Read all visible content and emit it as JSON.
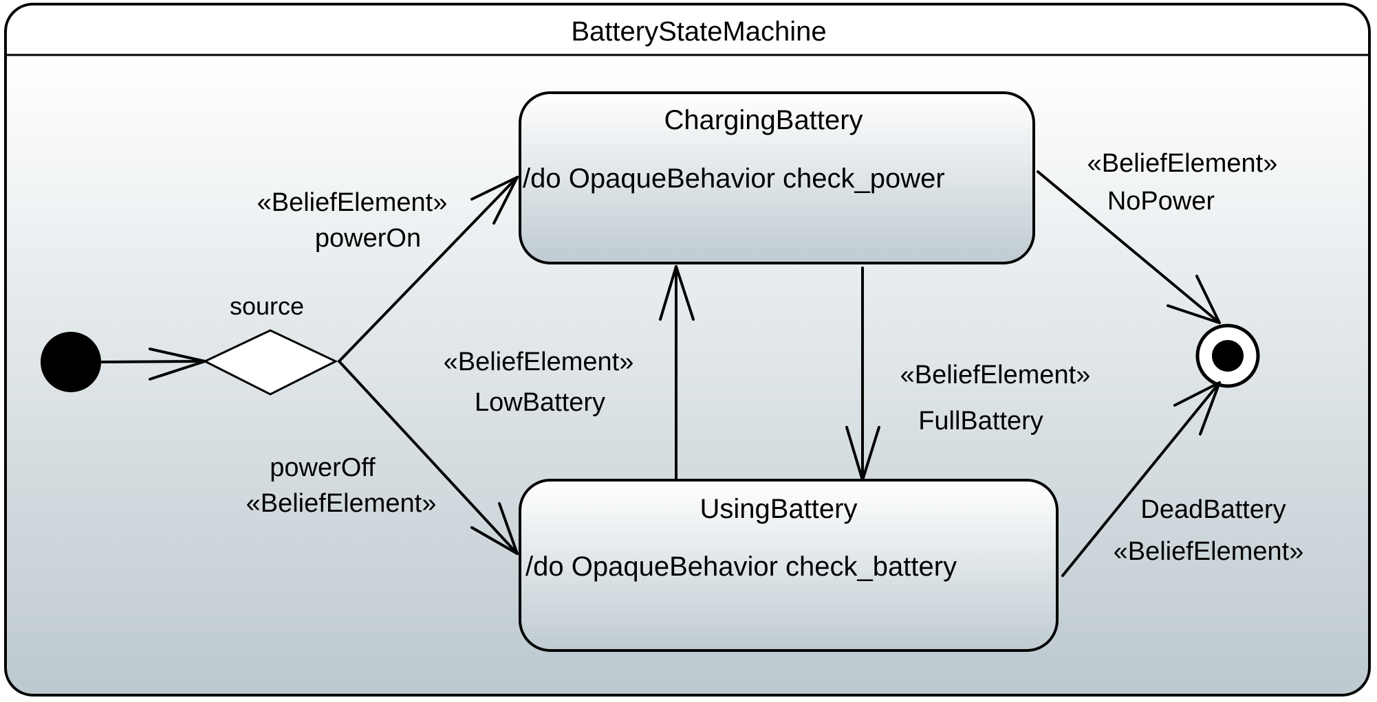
{
  "diagram": {
    "title": "BatteryStateMachine",
    "nodes": {
      "initial": {
        "kind": "initial-pseudostate"
      },
      "source": {
        "kind": "choice-pseudostate",
        "label": "source"
      },
      "charging": {
        "kind": "state",
        "name": "ChargingBattery",
        "behavior": "/do OpaqueBehavior check_power"
      },
      "using": {
        "kind": "state",
        "name": "UsingBattery",
        "behavior": "/do OpaqueBehavior check_battery"
      },
      "final": {
        "kind": "final-state"
      }
    },
    "transitions": {
      "power_on": {
        "from": "source",
        "to": "charging",
        "stereotype": "«BeliefElement»",
        "label": "powerOn"
      },
      "power_off": {
        "from": "source",
        "to": "using",
        "stereotype": "«BeliefElement»",
        "label": "powerOff"
      },
      "low_battery": {
        "from": "using",
        "to": "charging",
        "stereotype": "«BeliefElement»",
        "label": "LowBattery"
      },
      "full_battery": {
        "from": "charging",
        "to": "using",
        "stereotype": "«BeliefElement»",
        "label": "FullBattery"
      },
      "no_power": {
        "from": "charging",
        "to": "final",
        "stereotype": "«BeliefElement»",
        "label": "NoPower"
      },
      "dead_battery": {
        "from": "using",
        "to": "final",
        "stereotype": "«BeliefElement»",
        "label": "DeadBattery"
      }
    }
  }
}
